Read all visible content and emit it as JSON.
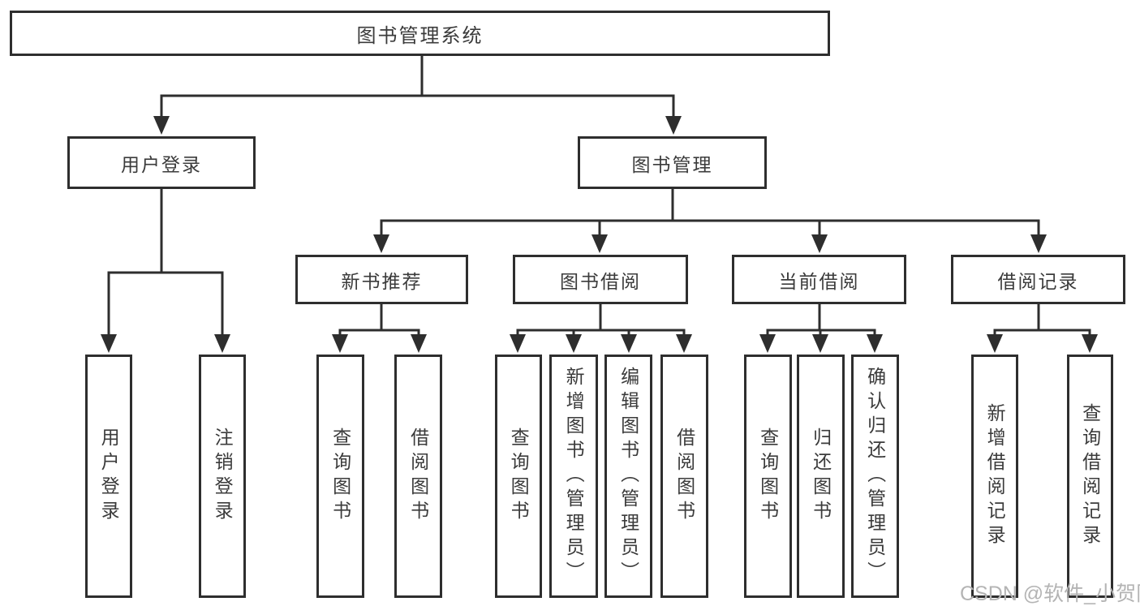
{
  "tree": {
    "root": {
      "label": "图书管理系统"
    },
    "branches": [
      {
        "label": "用户登录",
        "leaves": [
          {
            "label": "用户登录"
          },
          {
            "label": "注销登录"
          }
        ]
      },
      {
        "label": "图书管理",
        "children": [
          {
            "label": "新书推荐",
            "leaves": [
              {
                "label": "查询图书"
              },
              {
                "label": "借阅图书"
              }
            ]
          },
          {
            "label": "图书借阅",
            "leaves": [
              {
                "label": "查询图书"
              },
              {
                "label": "新增图书（管理员）"
              },
              {
                "label": "编辑图书（管理员）"
              },
              {
                "label": "借阅图书"
              }
            ]
          },
          {
            "label": "当前借阅",
            "leaves": [
              {
                "label": "查询图书"
              },
              {
                "label": "归还图书"
              },
              {
                "label": "确认归还（管理员）"
              }
            ]
          },
          {
            "label": "借阅记录",
            "leaves": [
              {
                "label": "新增借阅记录"
              },
              {
                "label": "查询借阅记录"
              }
            ]
          }
        ]
      }
    ]
  },
  "watermark": {
    "text": "CSDN @软件_小贺同学"
  }
}
